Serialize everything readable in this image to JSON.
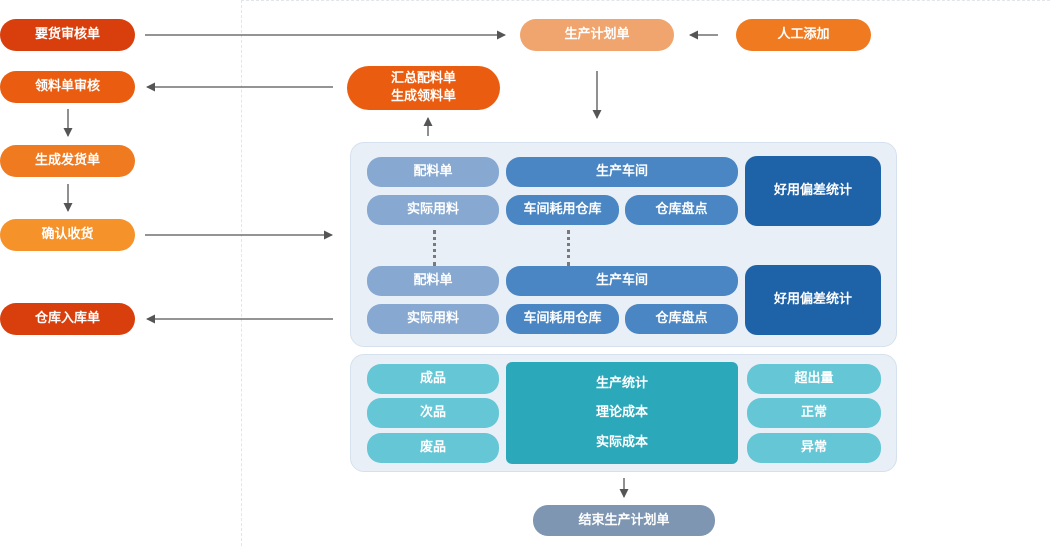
{
  "left_flow": {
    "n1": "要货审核单",
    "n2": "领料单审核",
    "n3": "生成发货单",
    "n4": "确认收货",
    "n5": "仓库入库单"
  },
  "top_flow": {
    "plan": "生产计划单",
    "manual": "人工添加",
    "summary_line1": "汇总配料单",
    "summary_line2": "生成领料单"
  },
  "workshop": {
    "groups": [
      {
        "batch_sheet": "配料单",
        "actual_usage": "实际用料",
        "workshop": "生产车间",
        "consume_warehouse": "车间耗用仓库",
        "inventory_check": "仓库盘点",
        "deviation_stats": "好用偏差统计"
      },
      {
        "batch_sheet": "配料单",
        "actual_usage": "实际用料",
        "workshop": "生产车间",
        "consume_warehouse": "车间耗用仓库",
        "inventory_check": "仓库盘点",
        "deviation_stats": "好用偏差统计"
      }
    ]
  },
  "stats": {
    "left": [
      "成品",
      "次品",
      "废品"
    ],
    "center": [
      "生产统计",
      "理论成本",
      "实际成本"
    ],
    "right": [
      "超出量",
      "正常",
      "异常"
    ]
  },
  "end": "结束生产计划单",
  "colors": {
    "red": "#d93f0d",
    "orange": "#ea5d10",
    "peach": "#f0a46e",
    "light_blue": "#86a8d1",
    "mid_blue": "#4a86c3",
    "dark_blue": "#1e62a8",
    "teal": "#65c6d6",
    "teal_dark": "#2ba8ba",
    "grey_blue": "#7e96b2"
  }
}
